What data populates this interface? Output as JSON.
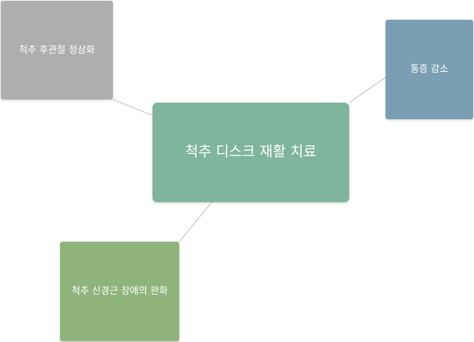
{
  "diagram": {
    "center": {
      "label": "척추 디스크 재활 치료",
      "color": "#7fb59d"
    },
    "top_left": {
      "label": "척추 후관절 정상화",
      "color": "#aeaeae"
    },
    "top_right": {
      "label": "통증 감소",
      "color": "#7a9fb2"
    },
    "bottom_left": {
      "label": "척추 신경근 장애의 완화",
      "color": "#8fb47b"
    },
    "connector_color": "#c8c8c8"
  }
}
